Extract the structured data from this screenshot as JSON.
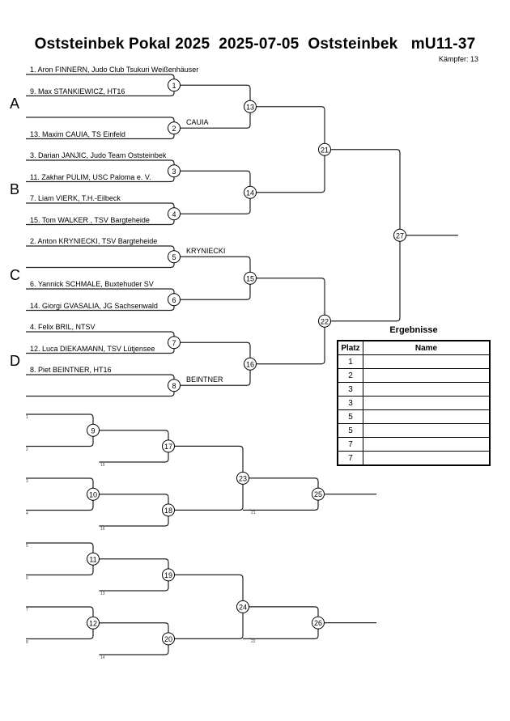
{
  "header": {
    "title": "Oststeinbek Pokal 2025  2025-07-05  Oststeinbek   mU11-37",
    "fighter_count": "Kämpfer: 13"
  },
  "pools": [
    {
      "label": "A",
      "entries": [
        "1. Aron FINNERN, Judo Club Tsukuri Weißenhäuser",
        "9. Max STANKIEWICZ, HT16",
        "",
        "13. Maxim CAUIA, TS Einfeld"
      ]
    },
    {
      "label": "B",
      "entries": [
        "3. Darian JANJIC, Judo Team Oststeinbek",
        "11. Zakhar PULIM, USC Paloma e. V.",
        "7. Liam VIERK, T.H.-Eilbeck",
        "15. Tom  WALKER , TSV Bargteheide"
      ]
    },
    {
      "label": "C",
      "entries": [
        "2. Anton  KRYNIECKI, TSV Bargteheide",
        "",
        "6. Yannick SCHMALE, Buxtehuder SV",
        "14. Giorgi GVASALIA, JG Sachsenwald"
      ]
    },
    {
      "label": "D",
      "entries": [
        "4. Felix BRIL, NTSV",
        "12. Luca DIEKAMANN, TSV Lütjensee",
        "8. Piet BEINTNER, HT16",
        ""
      ]
    }
  ],
  "main_matches": {
    "round1": [
      "1",
      "2",
      "3",
      "4",
      "5",
      "6",
      "7",
      "8"
    ],
    "round2": [
      "13",
      "14",
      "15",
      "16"
    ],
    "round3": [
      "21",
      "22"
    ],
    "final": "27"
  },
  "advanced_winners": [
    {
      "match": "2",
      "name": "CAUIA"
    },
    {
      "match": "5",
      "name": "KRYNIECKI"
    },
    {
      "match": "8",
      "name": "BEINTNER"
    }
  ],
  "repechage": [
    {
      "slots_r1": [
        "1",
        "2",
        "3",
        "4"
      ],
      "matches_r1": [
        "9",
        "10"
      ],
      "slots_r2": [
        "15",
        "16"
      ],
      "matches_r2": [
        "17",
        "18"
      ],
      "match_r3": "23",
      "slot_r4": "21",
      "match_r4": "25"
    },
    {
      "slots_r1": [
        "5",
        "6",
        "7",
        "8"
      ],
      "matches_r1": [
        "11",
        "12"
      ],
      "slots_r2": [
        "13",
        "14"
      ],
      "matches_r2": [
        "19",
        "20"
      ],
      "match_r3": "24",
      "slot_r4": "22",
      "match_r4": "26"
    }
  ],
  "results": {
    "title": "Ergebnisse",
    "headers": [
      "Platz",
      "Name"
    ],
    "rows": [
      {
        "place": "1",
        "name": ""
      },
      {
        "place": "2",
        "name": ""
      },
      {
        "place": "3",
        "name": ""
      },
      {
        "place": "3",
        "name": ""
      },
      {
        "place": "5",
        "name": ""
      },
      {
        "place": "5",
        "name": ""
      },
      {
        "place": "7",
        "name": ""
      },
      {
        "place": "7",
        "name": ""
      }
    ]
  }
}
